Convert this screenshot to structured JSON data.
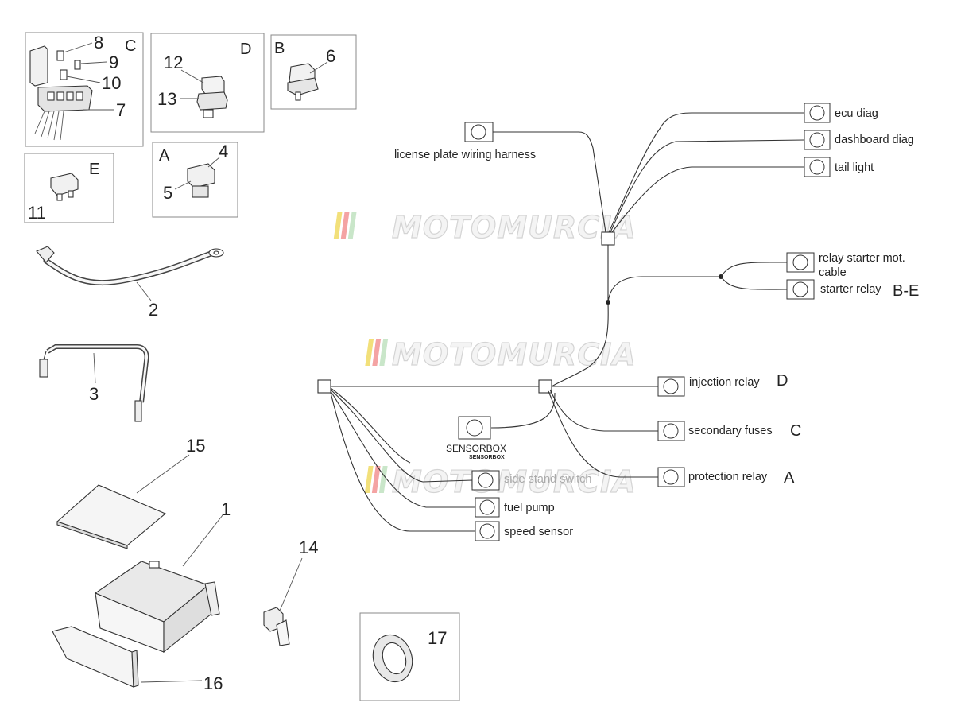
{
  "watermark": "MOTOMURCIA",
  "watermark_colors": [
    "#f2e07a",
    "#f4a3a3",
    "#c9e6c9",
    "#d0d0d0"
  ],
  "parts": {
    "p1": "1",
    "p2": "2",
    "p3": "3",
    "p4": "4",
    "p5": "5",
    "p6": "6",
    "p7": "7",
    "p8": "8",
    "p9": "9",
    "p10": "10",
    "p11": "11",
    "p12": "12",
    "p13": "13",
    "p14": "14",
    "p15": "15",
    "p16": "16",
    "p17": "17"
  },
  "groups": {
    "A": "A",
    "B": "B",
    "C": "C",
    "D": "D",
    "E": "E"
  },
  "connectors": {
    "license_plate": "license plate wiring harness",
    "ecu_diag": "ecu diag",
    "dashboard_diag": "dashboard diag",
    "tail_light": "tail light",
    "relay_starter_1": "relay starter mot.",
    "relay_starter_2": "cable",
    "starter_relay": "starter relay",
    "starter_relay_group": "B-E",
    "injection_relay": "injection relay",
    "injection_relay_group": "D",
    "secondary_fuses": "secondary fuses",
    "secondary_fuses_group": "C",
    "protection_relay": "protection relay",
    "protection_relay_group": "A",
    "sensorbox": "SENSORBOX",
    "sensorbox_small": "SENSORBOX",
    "kickstand_switch": "side stand switch",
    "fuel_pump": "fuel pump",
    "speed_sensor": "speed sensor"
  }
}
